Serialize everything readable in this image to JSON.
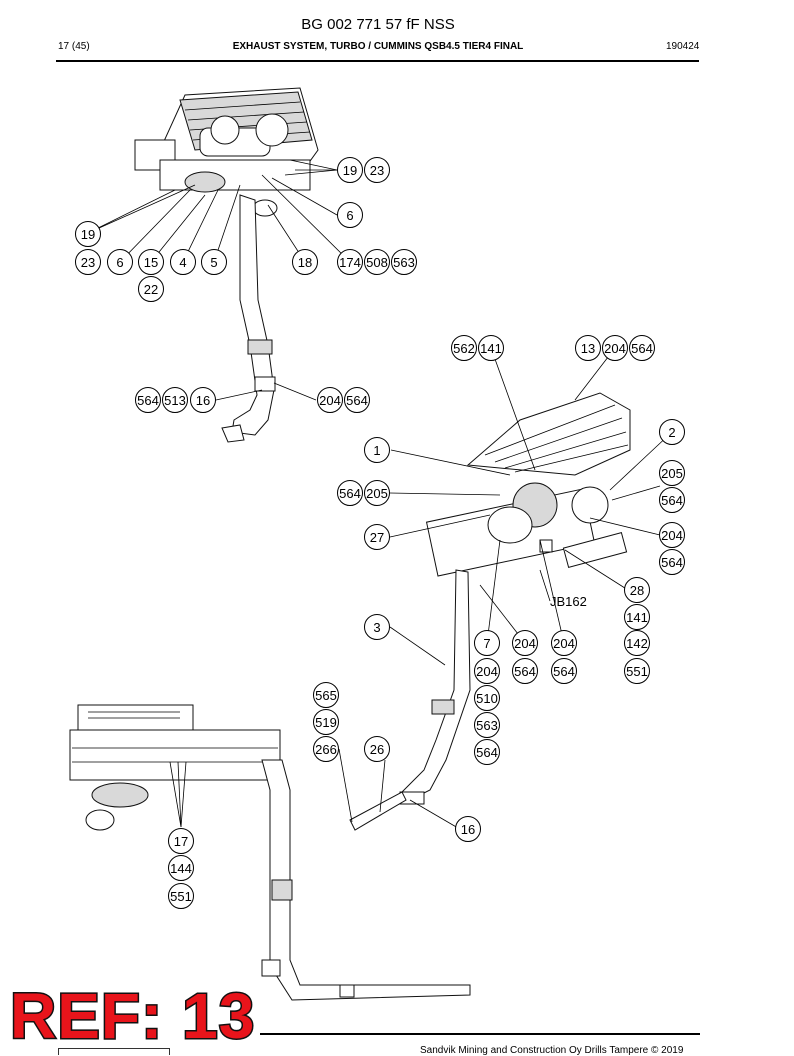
{
  "header": {
    "doc_number": "BG 002 771 57 fF NSS",
    "page": "17 (45)",
    "title": "EXHAUST SYSTEM, TURBO / CUMMINS QSB4.5 TIER4 FINAL",
    "date": "190424"
  },
  "footer": {
    "copyright": "Sandvik Mining and Construction Oy Drills Tampere © 2019"
  },
  "stamp": {
    "ref_text": "REF: 13"
  },
  "callouts": [
    {
      "id": "c1",
      "label": "19"
    },
    {
      "id": "c2",
      "label": "23"
    },
    {
      "id": "c3",
      "label": "6"
    },
    {
      "id": "c4",
      "label": "19"
    },
    {
      "id": "c5",
      "label": "23"
    },
    {
      "id": "c6",
      "label": "6"
    },
    {
      "id": "c7",
      "label": "15"
    },
    {
      "id": "c8",
      "label": "4"
    },
    {
      "id": "c9",
      "label": "5"
    },
    {
      "id": "c10",
      "label": "18"
    },
    {
      "id": "c11",
      "label": "174"
    },
    {
      "id": "c12",
      "label": "508"
    },
    {
      "id": "c13",
      "label": "563"
    },
    {
      "id": "c14",
      "label": "22"
    },
    {
      "id": "c15",
      "label": "562"
    },
    {
      "id": "c16",
      "label": "141"
    },
    {
      "id": "c17",
      "label": "13"
    },
    {
      "id": "c18",
      "label": "204"
    },
    {
      "id": "c19",
      "label": "564"
    },
    {
      "id": "c20",
      "label": "564"
    },
    {
      "id": "c21",
      "label": "513"
    },
    {
      "id": "c22",
      "label": "16"
    },
    {
      "id": "c23",
      "label": "204"
    },
    {
      "id": "c24",
      "label": "564"
    },
    {
      "id": "c25",
      "label": "2"
    },
    {
      "id": "c26",
      "label": "1"
    },
    {
      "id": "c27",
      "label": "205"
    },
    {
      "id": "c28",
      "label": "564"
    },
    {
      "id": "c29",
      "label": "205"
    },
    {
      "id": "c30",
      "label": "564"
    },
    {
      "id": "c31",
      "label": "27"
    },
    {
      "id": "c32",
      "label": "204"
    },
    {
      "id": "c33",
      "label": "564"
    },
    {
      "id": "c34",
      "label": "28"
    },
    {
      "id": "c35",
      "label": "141"
    },
    {
      "id": "c36",
      "label": "3"
    },
    {
      "id": "c37",
      "label": "7"
    },
    {
      "id": "c38",
      "label": "204"
    },
    {
      "id": "c39",
      "label": "204"
    },
    {
      "id": "c40",
      "label": "142"
    },
    {
      "id": "c41",
      "label": "204"
    },
    {
      "id": "c42",
      "label": "564"
    },
    {
      "id": "c43",
      "label": "564"
    },
    {
      "id": "c44",
      "label": "551"
    },
    {
      "id": "c45",
      "label": "565"
    },
    {
      "id": "c46",
      "label": "510"
    },
    {
      "id": "c47",
      "label": "519"
    },
    {
      "id": "c48",
      "label": "563"
    },
    {
      "id": "c49",
      "label": "266"
    },
    {
      "id": "c50",
      "label": "26"
    },
    {
      "id": "c51",
      "label": "564"
    },
    {
      "id": "c52",
      "label": "16"
    },
    {
      "id": "c53",
      "label": "17"
    },
    {
      "id": "c54",
      "label": "144"
    },
    {
      "id": "c55",
      "label": "551"
    }
  ],
  "labels": {
    "jb162": "JB162"
  }
}
